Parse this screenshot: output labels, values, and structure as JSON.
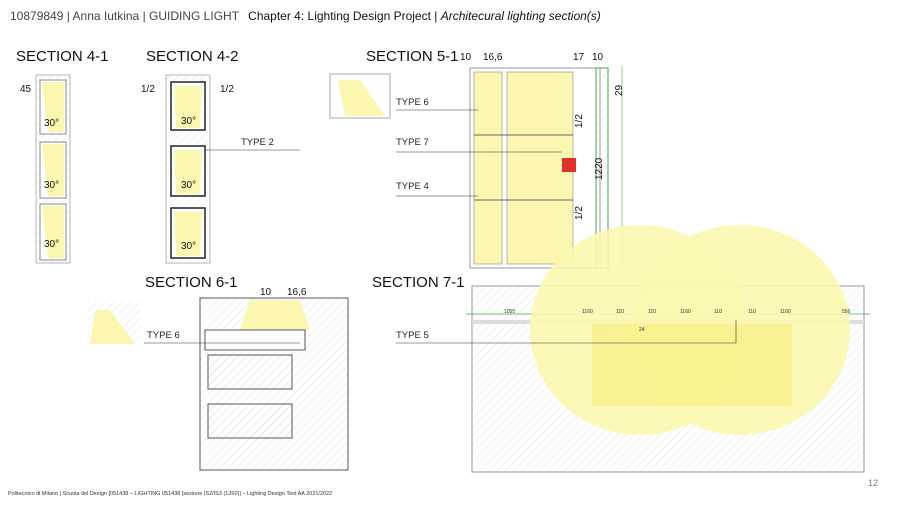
{
  "header": {
    "prefix": "10879849 | Anna Iutkina | GUIDING LIGHT",
    "chapter": "Chapter 4: Lighting Design Project | ",
    "subtitle": "Architecural lighting section(s)"
  },
  "sections": {
    "s41": "SECTION 4-1",
    "s42": "SECTION 4-2",
    "s51": "SECTION 5-1",
    "s61": "SECTION 6-1",
    "s71": "SECTION 7-1"
  },
  "types": {
    "type2": "TYPE 2",
    "type6a": "TYPE 6",
    "type7": "TYPE 7",
    "type4": "TYPE 4",
    "type6b": "TYPE 6",
    "type5": "TYPE 5"
  },
  "dims": {
    "d45": "45",
    "angle": "30°",
    "half": "1/2",
    "d10": "10",
    "d166": "16,6",
    "d17": "17",
    "d29": "29",
    "d1220": "1220",
    "d1055": "1055",
    "d1160": "1160",
    "d110": "110",
    "d24": "24",
    "d556": "556"
  },
  "footer": "Politecnico di Milano | Scuola del Design [051438 – LIGHTING 051438 [sezione IS2/IS3 (1260)] – Lighting Design Test AA 2021/2022",
  "page_number": "12",
  "colors": {
    "light": "#fbf7b0",
    "accent_red": "#e0302a"
  }
}
